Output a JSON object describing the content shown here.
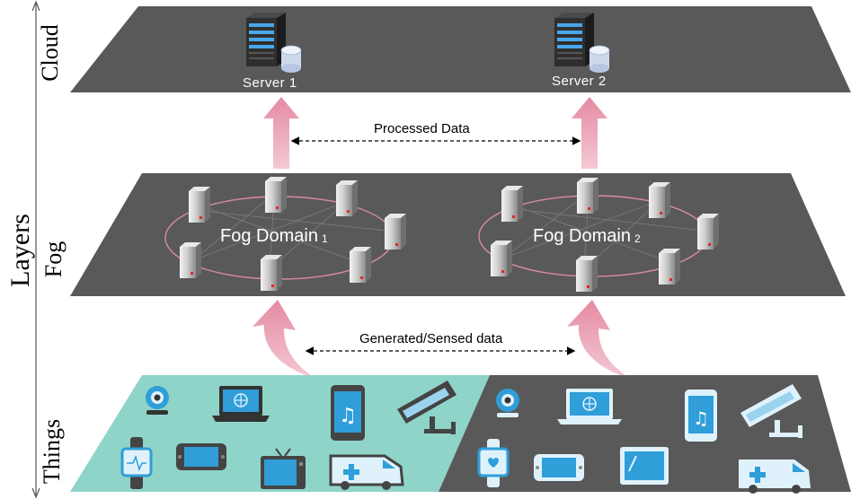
{
  "axis": {
    "layers_label": "Layers"
  },
  "layers": {
    "cloud": "Cloud",
    "fog": "Fog",
    "things": "Things"
  },
  "cloud": {
    "servers": [
      {
        "label": "Server 1"
      },
      {
        "label": "Server 2"
      }
    ]
  },
  "fog": {
    "domains": [
      {
        "label": "Fog Domain",
        "index": "1"
      },
      {
        "label": "Fog Domain",
        "index": "2"
      }
    ]
  },
  "flows": {
    "processed": "Processed Data",
    "generated": "Generated/Sensed data"
  },
  "things": {
    "left_devices": [
      "webcam-icon",
      "laptop-icon",
      "phone-icon",
      "cctv-camera-icon",
      "smartwatch-icon",
      "tablet-icon",
      "tv-icon",
      "ambulance-icon"
    ],
    "right_devices": [
      "webcam-icon",
      "laptop-icon",
      "phone-icon",
      "cctv-camera-icon",
      "smartwatch-icon",
      "tablet-icon",
      "tv-icon",
      "ambulance-icon"
    ]
  },
  "colors": {
    "layer": "#595959",
    "things_teal": "#8fd4c9",
    "arrow": "#e6a1b2",
    "ring": "#d98aa4",
    "device_blue": "#2f9ed9"
  }
}
